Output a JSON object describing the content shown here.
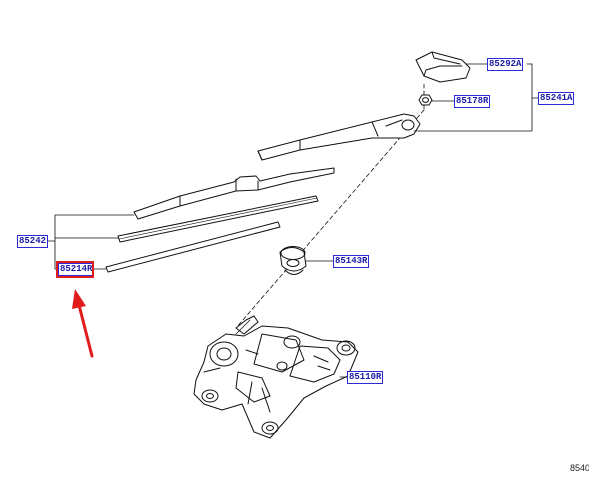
{
  "parts": [
    {
      "id": "85292A",
      "label": "85292A"
    },
    {
      "id": "85178R",
      "label": "85178R"
    },
    {
      "id": "85241A",
      "label": "85241A"
    },
    {
      "id": "85242",
      "label": "85242"
    },
    {
      "id": "85214R",
      "label": "85214R",
      "highlighted": true
    },
    {
      "id": "85143R",
      "label": "85143R"
    },
    {
      "id": "85110R",
      "label": "85110R"
    }
  ],
  "footer": {
    "code": "8540"
  },
  "colors": {
    "line": "#111111",
    "label_border": "#2a2ad6",
    "label_text": "#1a1aa8",
    "highlight": "#e21b1b",
    "arrow": "#e21b1b"
  }
}
